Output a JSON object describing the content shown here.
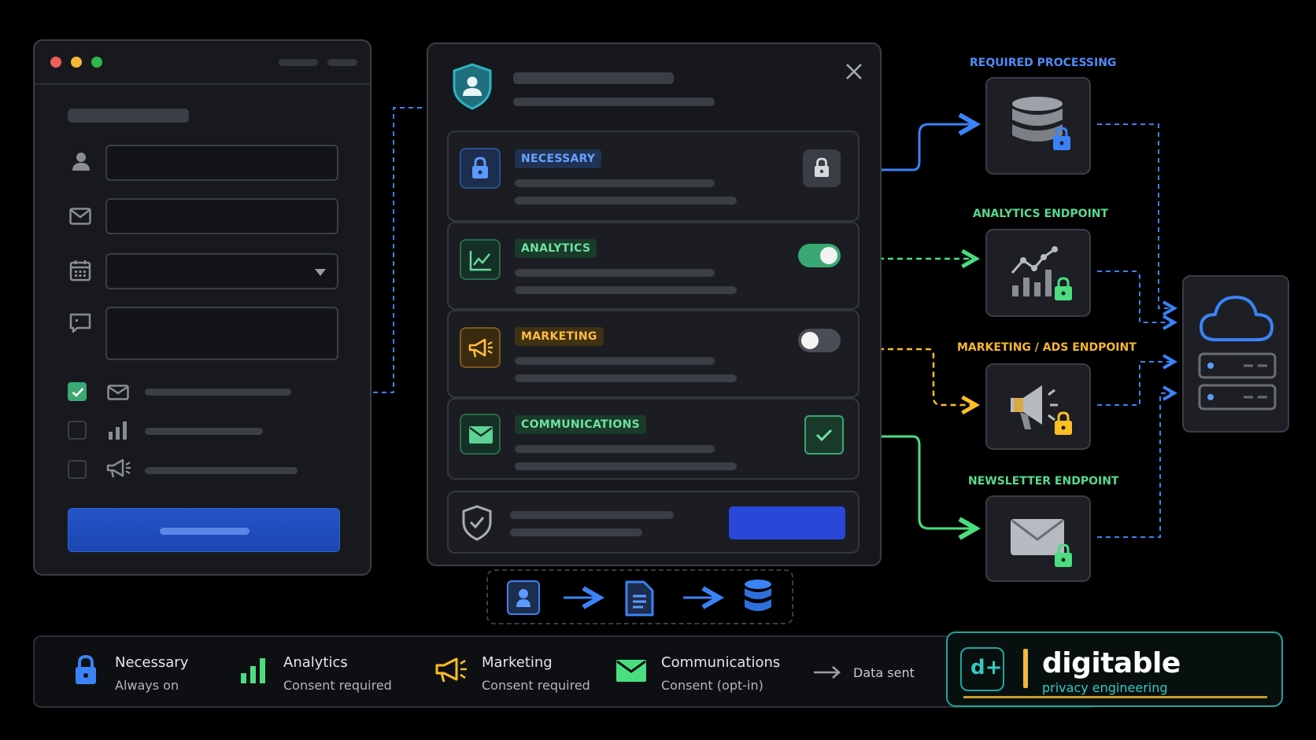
{
  "consent_panel": {
    "categories": [
      {
        "label": "NECESSARY",
        "control": "locked"
      },
      {
        "label": "ANALYTICS",
        "control": "toggle-on"
      },
      {
        "label": "MARKETING",
        "control": "toggle-off"
      },
      {
        "label": "COMMUNICATIONS",
        "control": "checked"
      }
    ]
  },
  "endpoints": [
    {
      "label": "REQUIRED PROCESSING",
      "icon": "database-lock-icon",
      "color": "#3b82f6"
    },
    {
      "label": "ANALYTICS ENDPOINT",
      "icon": "analytics-chart-lock-icon",
      "color": "#4ade80"
    },
    {
      "label": "MARKETING / ADS ENDPOINT",
      "icon": "megaphone-lock-icon",
      "color": "#fbbf24"
    },
    {
      "label": "NEWSLETTER ENDPOINT",
      "icon": "envelope-lock-icon",
      "color": "#4ade80"
    }
  ],
  "legend": {
    "items": [
      {
        "title": "Necessary",
        "subtitle": "Always on",
        "icon": "lock-icon"
      },
      {
        "title": "Analytics",
        "subtitle": "Consent required",
        "icon": "bar-chart-icon"
      },
      {
        "title": "Marketing",
        "subtitle": "Consent required",
        "icon": "megaphone-icon"
      },
      {
        "title": "Communications",
        "subtitle": "Consent (opt-in)",
        "icon": "envelope-icon"
      }
    ],
    "data_sent": "Data sent"
  },
  "brand": {
    "logo_mark": "d+",
    "name": "digitable",
    "tagline": "privacy engineering"
  },
  "colors": {
    "necessary": "#3b82f6",
    "analytics": "#4ade80",
    "marketing": "#fbbf24",
    "communications": "#4ade80",
    "brand_accent": "#1fa6a0"
  }
}
